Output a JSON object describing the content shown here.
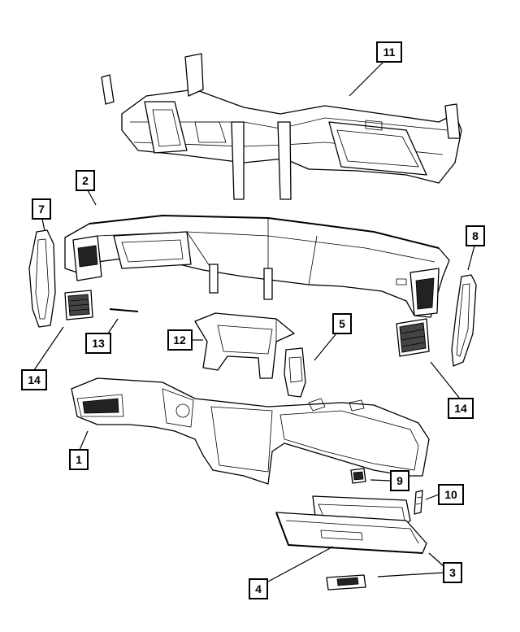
{
  "callouts": [
    {
      "id": "c11",
      "label": "11"
    },
    {
      "id": "c2",
      "label": "2"
    },
    {
      "id": "c7",
      "label": "7"
    },
    {
      "id": "c8",
      "label": "8"
    },
    {
      "id": "c12",
      "label": "12"
    },
    {
      "id": "c5",
      "label": "5"
    },
    {
      "id": "c13",
      "label": "13"
    },
    {
      "id": "c14a",
      "label": "14"
    },
    {
      "id": "c14b",
      "label": "14"
    },
    {
      "id": "c1",
      "label": "1"
    },
    {
      "id": "c9",
      "label": "9"
    },
    {
      "id": "c10",
      "label": "10"
    },
    {
      "id": "c3",
      "label": "3"
    },
    {
      "id": "c4",
      "label": "4"
    }
  ]
}
